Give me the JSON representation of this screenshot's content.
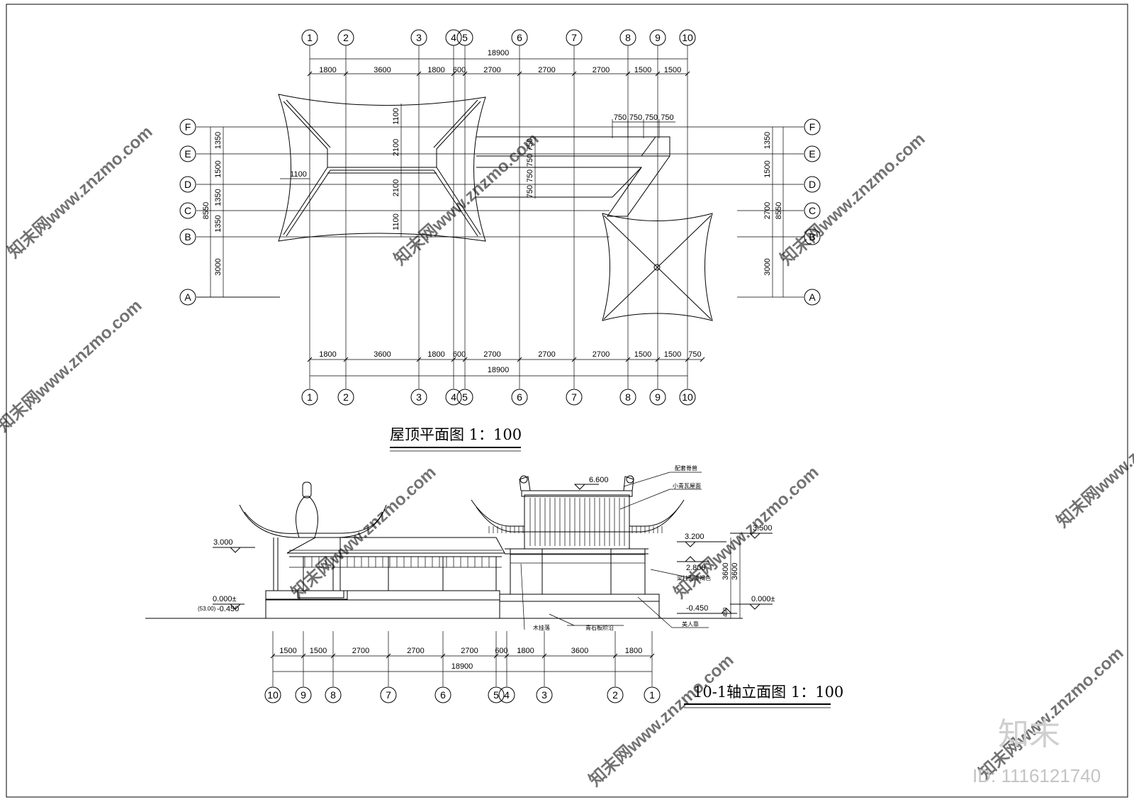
{
  "titles": {
    "roof_plan": "屋顶平面图 1：100",
    "elevation": "10-1轴立面图 1：100"
  },
  "plan": {
    "grid_axes": [
      "1",
      "2",
      "3",
      "4",
      "5",
      "6",
      "7",
      "8",
      "9",
      "10"
    ],
    "row_axes": [
      "F",
      "E",
      "D",
      "C",
      "B",
      "A"
    ],
    "top_dims": [
      "1800",
      "3600",
      "1800",
      "600",
      "2700",
      "2700",
      "2700",
      "1500",
      "1500"
    ],
    "top_total": "18900",
    "bottom_dims": [
      "1800",
      "3600",
      "1800",
      "600",
      "2700",
      "2700",
      "2700",
      "1500",
      "1500",
      "750"
    ],
    "bottom_total": "18900",
    "left_dims": [
      "1350",
      "1500",
      "1350",
      "1350",
      "3000"
    ],
    "left_total": "8550",
    "right_dims": [
      "1350",
      "1500",
      "2700",
      "3000"
    ],
    "right_total": "8550",
    "inner_dims": {
      "w1100": "1100",
      "v1100_top": "1100",
      "v2100_top": "2100",
      "v2100_bottom": "2100",
      "v1100_bottom": "1100",
      "top_750s": [
        "750",
        "750",
        "750",
        "750"
      ],
      "side_750s": [
        "750",
        "750",
        "750",
        "750"
      ]
    }
  },
  "elevation": {
    "axes": [
      "10",
      "9",
      "8",
      "7",
      "6",
      "5",
      "4",
      "3",
      "2",
      "1"
    ],
    "dims": [
      "1500",
      "1500",
      "2700",
      "2700",
      "2700",
      "600",
      "1800",
      "3600",
      "1800"
    ],
    "total": "18900",
    "levels": {
      "ridge": "6.600",
      "left_eave": "3.000",
      "left_ground": "0.000±",
      "left_base": "-0.450",
      "left_base_note": "(53.00)",
      "right_top": "3.500",
      "eave_a": "3.200",
      "eave_b": "2.800",
      "right_ground": "0.000±",
      "right_base": "-0.450"
    },
    "vertical_dims": [
      "3600",
      "3600",
      "450"
    ],
    "callouts": {
      "ridge_ornament": "配套脊兽",
      "tile_roof": "小青瓦屋面",
      "column_paint": "梁柱面漆褐色",
      "bench": "美人靠",
      "hanging_fascia": "木挂落",
      "stone_steps": "青石板阶沿"
    }
  },
  "watermarks": {
    "text": "知末网www.znzmo.com",
    "brand": "知末",
    "id": "ID: 1116121740"
  }
}
